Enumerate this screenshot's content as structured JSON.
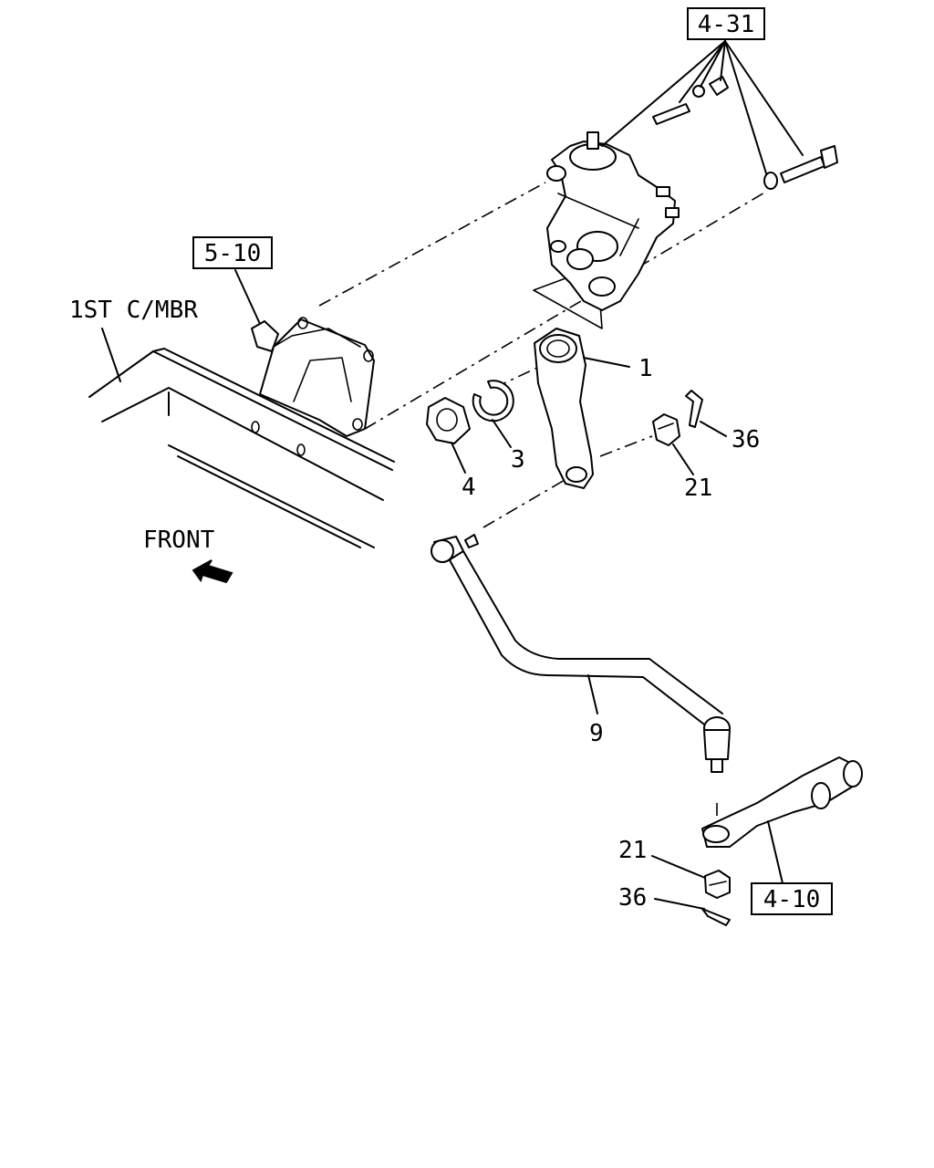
{
  "labels": {
    "frame_member": "1ST C/MBR",
    "front": "FRONT"
  },
  "ref_boxes": {
    "gear_box": "4-31",
    "bracket": "5-10",
    "knuckle_arm": "4-10"
  },
  "callouts": {
    "pitman_arm": "1",
    "lock_washer": "3",
    "nut": "4",
    "drag_link": "9",
    "castle_nut_upper": "21",
    "cotter_pin_upper": "36",
    "castle_nut_lower": "21",
    "cotter_pin_lower": "36"
  }
}
